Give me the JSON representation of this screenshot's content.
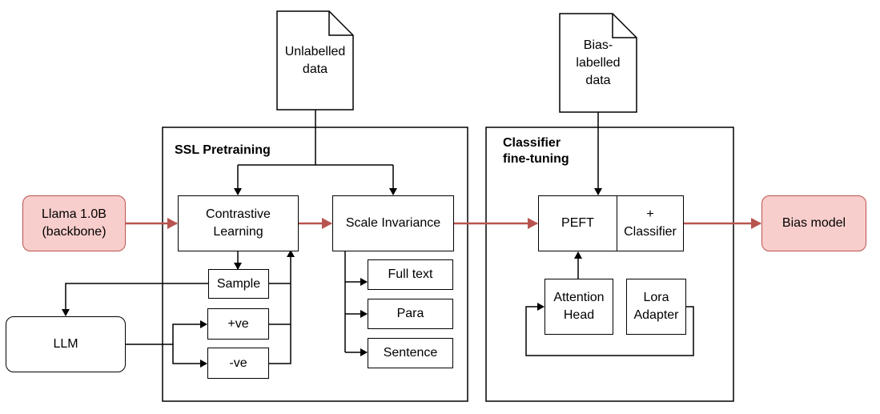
{
  "inputs": {
    "unlabelled": "Unlabelled\ndata",
    "bias_labelled": "Bias-\nlabelled\ndata"
  },
  "groups": {
    "ssl": "SSL Pretraining",
    "classifier": "Classifier\nfine-tuning"
  },
  "nodes": {
    "backbone": "Llama 1.0B\n(backbone)",
    "contrastive": "Contrastive\nLearning",
    "scale": "Scale Invariance",
    "sample": "Sample",
    "pos": "+ve",
    "neg": "-ve",
    "llm": "LLM",
    "full_text": "Full text",
    "para": "Para",
    "sentence": "Sentence",
    "peft": "PEFT",
    "classifier": "+\nClassifier",
    "attention": "Attention\nHead",
    "lora": "Lora\nAdapter",
    "bias_model": "Bias model"
  },
  "colors": {
    "accent_fill": "#f8cecc",
    "accent_border": "#b85450",
    "flow_arrow": "#b85450",
    "line": "#000000"
  }
}
